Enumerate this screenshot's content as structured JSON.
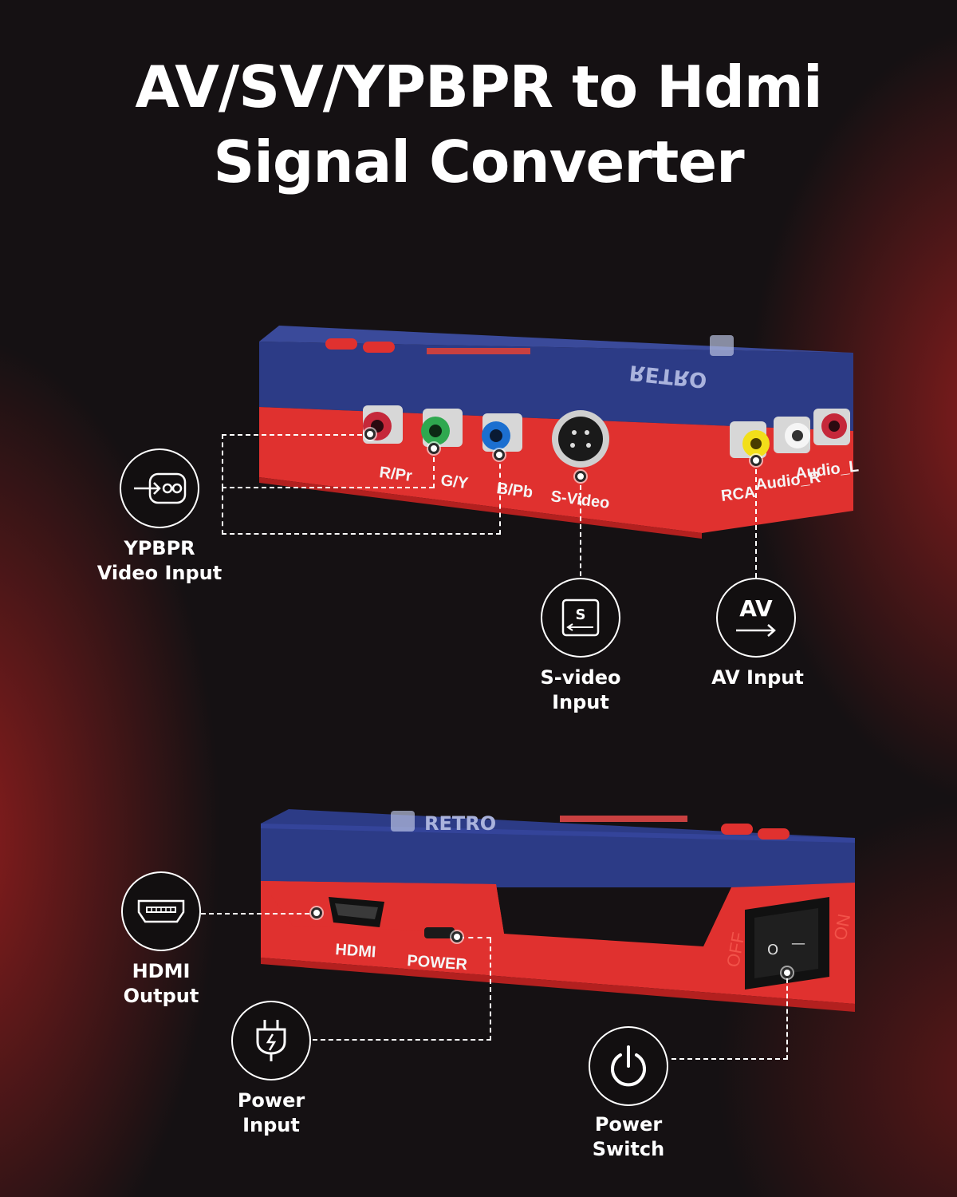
{
  "title": {
    "line1": "AV/SV/YPBPR to Hdmi",
    "line2": "Signal Converter"
  },
  "top_device": {
    "ports": {
      "r_pr": "R/Pr",
      "g_y": "G/Y",
      "b_pb": "B/Pb",
      "s_video": "S-Video",
      "rca": "RCA",
      "audio_r": "Audio_R",
      "audio_l": "Audio_L"
    },
    "brand_text": "RETRO"
  },
  "bottom_device": {
    "ports": {
      "hdmi": "HDMI",
      "power": "POWER",
      "off": "OFF",
      "on": "ON",
      "switch_off": "O",
      "switch_on": "—"
    },
    "brand_text": "RETRO"
  },
  "callouts": {
    "ypbpr": {
      "line1": "YPBPR",
      "line2": "Video Input",
      "icon": "component-input-icon"
    },
    "s_video": {
      "line1": "S-video",
      "line2": "Input",
      "icon": "s-video-icon",
      "icon_letter": "S"
    },
    "av": {
      "line1": "AV Input",
      "icon": "av-arrow-icon",
      "icon_text": "AV"
    },
    "hdmi": {
      "line1": "HDMI",
      "line2": "Output",
      "icon": "hdmi-port-icon"
    },
    "power_input": {
      "line1": "Power",
      "line2": "Input",
      "icon": "power-plug-icon"
    },
    "power_switch": {
      "line1": "Power",
      "line2": "Switch",
      "icon": "power-button-icon"
    }
  },
  "colors": {
    "device_blue": "#2c3b86",
    "device_red": "#e0312f",
    "background": "#151113",
    "accent_red": "#a02525"
  }
}
